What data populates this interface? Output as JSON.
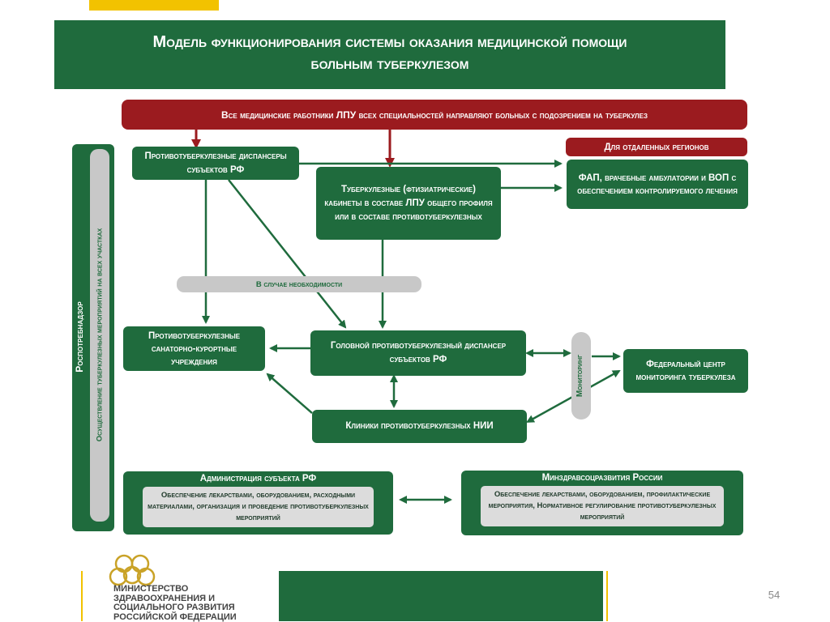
{
  "header": {
    "title_line1": "Модель функционирования системы оказания медицинской помощи",
    "title_line2": "больным туберкулезом"
  },
  "top_banner": "Все медицинские работники ЛПУ всех специальностей направляют больных с подозрением на туберкулез",
  "remote_regions_label": "Для отдаленных регионов",
  "nodes": {
    "dispensaries": "Противотуберкулезные диспансеры субъектов РФ",
    "cabinets": "Туберкулезные (фтизиатрические) кабинеты в составе ЛПУ общего профиля или в составе противотуберкулезных",
    "fap": "ФАП, врачебные амбулатории и ВОП с обеспечением контролируемого лечения",
    "if_needed": "В случае необходимости",
    "sanatorium": "Противотуберкулезные санаторно-курортные учреждения",
    "head_dispensary": "Головной противотуберкулезный диспансер субъектов РФ",
    "monitoring": "Мониторинг",
    "federal_center": "Федеральный центр мониторинга туберкулеза",
    "clinics": "Клиники противотуберкулезных НИИ"
  },
  "sidebar": {
    "title": "Роспотребнадзор",
    "subtitle": "Осуществление туберкулезных мероприятий на всех участках"
  },
  "bottom": {
    "admin_title": "Администрация субъекта РФ",
    "admin_text": "Обеспечение лекарствами, оборудованием, расходными материалами, организация и проведение противотуберкулезных мероприятий",
    "ministry_title": "Минздравсоцразвития России",
    "ministry_text": "Обеспечение лекарствами, оборудованием, профилактические мероприятия, Нормативное регулирование противотуберкулезных мероприятий"
  },
  "footer": {
    "logo_text": "МИНИСТЕРСТВО ЗДРАВООХРАНЕНИЯ И СОЦИАЛЬНОГО РАЗВИТИЯ РОССИЙСКОЙ ФЕДЕРАЦИИ",
    "page_number": "54"
  },
  "colors": {
    "green": "#1f6b3d",
    "red": "#9b1b1f",
    "grey": "#c8c8c8",
    "accent": "#f2c200"
  }
}
